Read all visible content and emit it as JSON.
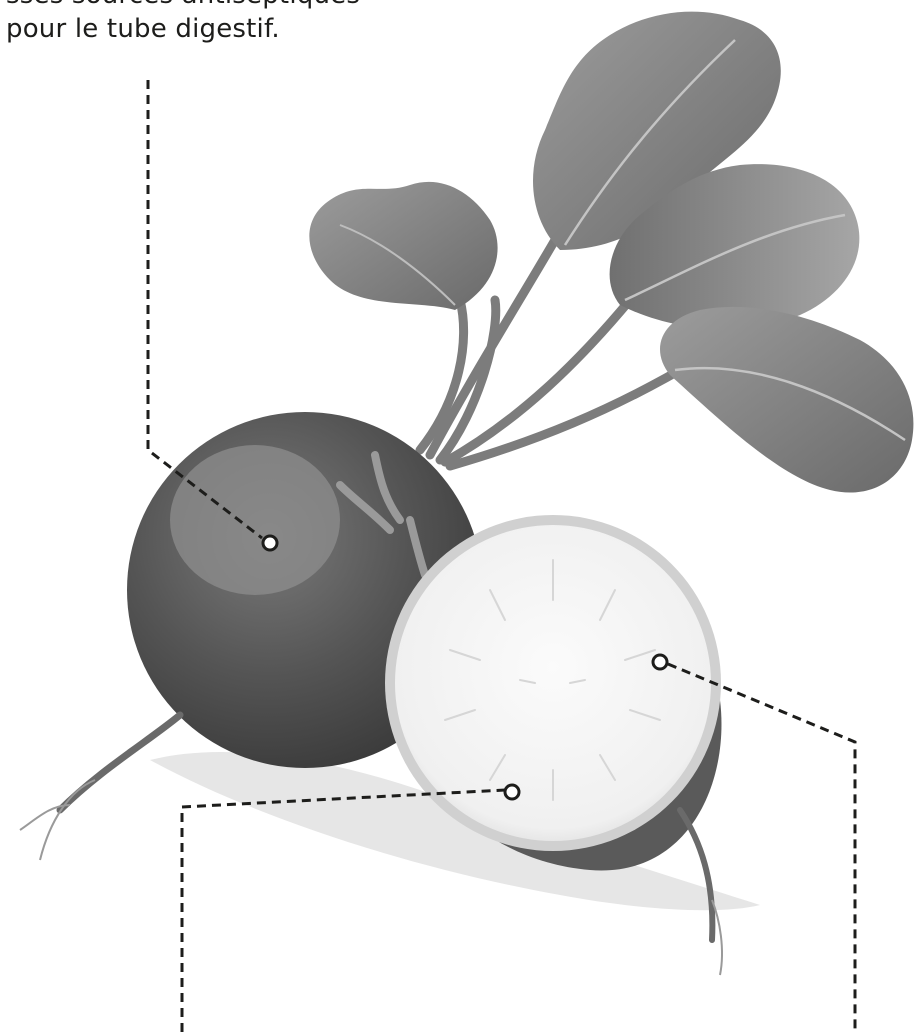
{
  "caption": {
    "line1": "sses sources antiseptiques",
    "line2": "pour le tube digestif."
  },
  "colors": {
    "background": "#ffffff",
    "text": "#1d1d1b",
    "leaf_dark": "#6f6f6f",
    "leaf_light": "#9a9a9a",
    "root_skin_dark": "#4a4a4a",
    "root_skin_light": "#8c8c8c",
    "flesh": "#f4f4f4",
    "callout": "#1d1d1b"
  },
  "illustration": {
    "subject": "radish-with-halved-cross-section",
    "callouts": [
      "skin-callout",
      "flesh-center-callout",
      "flesh-right-callout"
    ]
  }
}
